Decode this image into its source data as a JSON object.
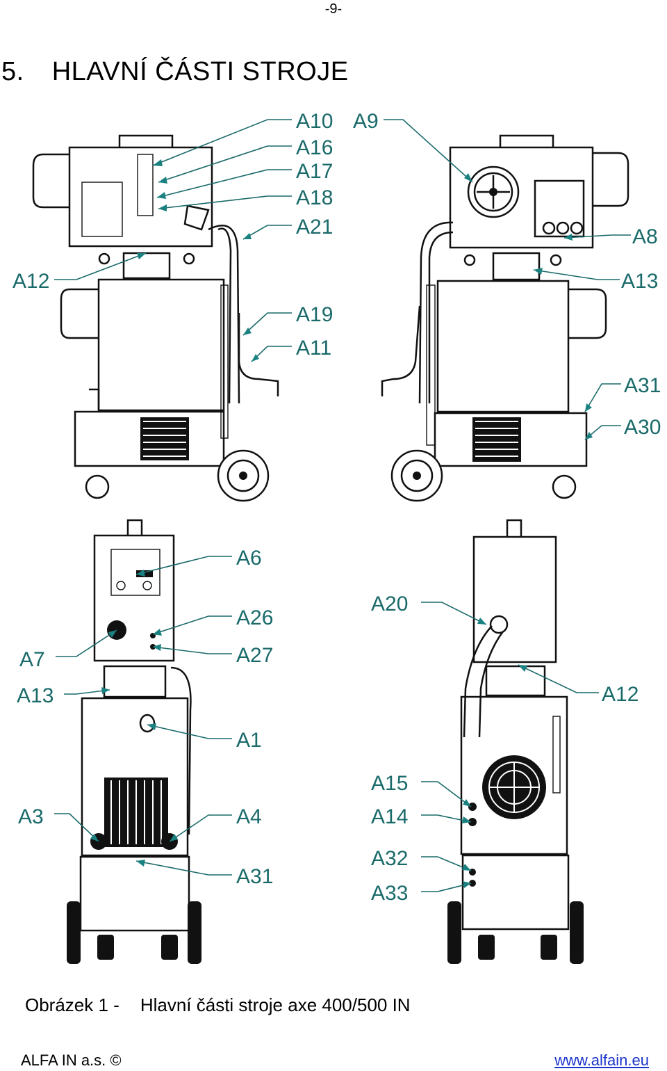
{
  "page_number": "-9-",
  "heading": {
    "number": "5.",
    "title": "HLAVNÍ ČÁSTI STROJE"
  },
  "callouts": {
    "A10": "A10",
    "A16": "A16",
    "A17": "A17",
    "A18": "A18",
    "A21": "A21",
    "A12": "A12",
    "A19": "A19",
    "A11": "A11",
    "A9": "A9",
    "A8": "A8",
    "A13": "A13",
    "A31": "A31",
    "A30": "A30",
    "A6": "A6",
    "A26": "A26",
    "A27": "A27",
    "A7": "A7",
    "A1": "A1",
    "A3": "A3",
    "A4": "A4",
    "A20": "A20",
    "A15": "A15",
    "A14": "A14",
    "A32": "A32",
    "A33": "A33"
  },
  "caption": {
    "label": "Obrázek 1 -",
    "text": "Hlavní části stroje axe 400/500 IN"
  },
  "footer": {
    "company": "ALFA IN a.s. ©",
    "website": "www.alfain.eu"
  }
}
